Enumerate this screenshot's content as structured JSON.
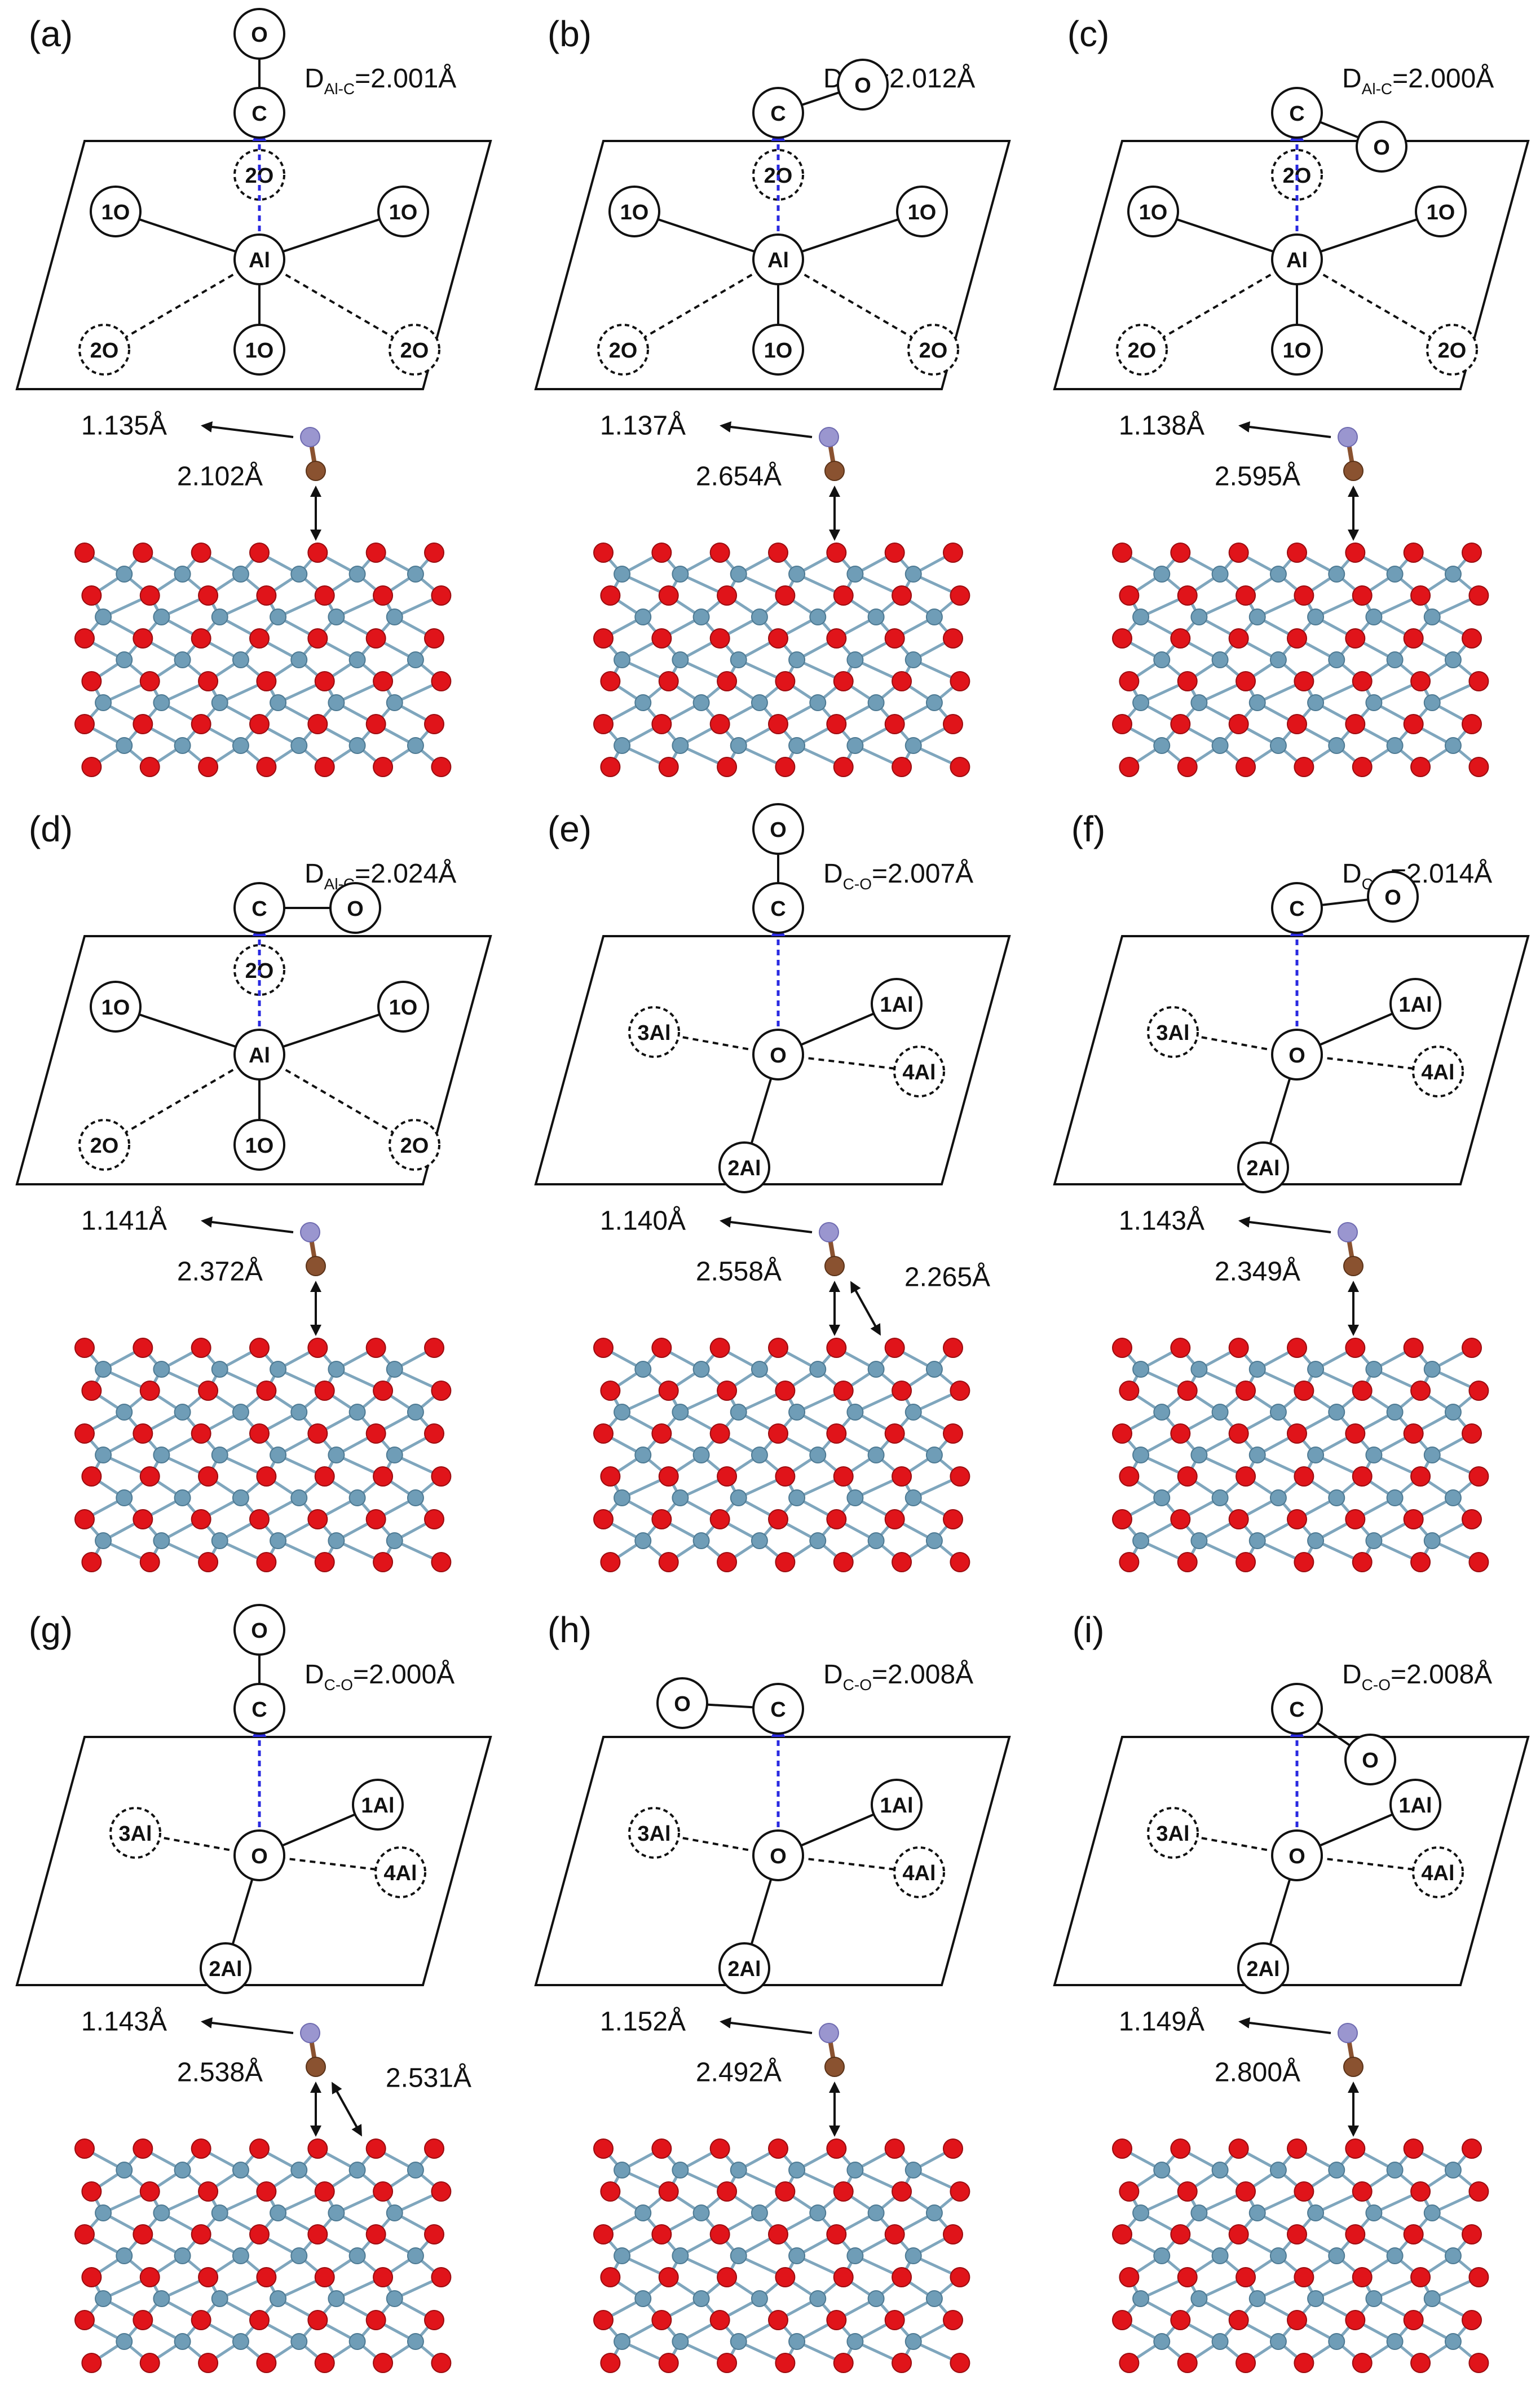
{
  "colors": {
    "oxygen": "#e0141a",
    "aluminum": "#6f9db7",
    "bond": "#7fa6bd",
    "carbon": "#8a5230",
    "nitrogen": "#9a96cf",
    "blue_arrow": "#2a2ae0",
    "black": "#111111"
  },
  "panels": [
    {
      "id": "a",
      "label": "(a)",
      "type": "Al",
      "d_label": "Al-C",
      "d_value": "=2.001Å",
      "bond_top": "1.135Å",
      "bond_surface": "2.102Å",
      "atoms": {
        "molecule_top": "O",
        "molecule_bottom": "C",
        "center": "Al",
        "ring": [
          "1O",
          "1O",
          "1O"
        ],
        "dashed": [
          "2O",
          "2O",
          "2O"
        ]
      }
    },
    {
      "id": "b",
      "label": "(b)",
      "type": "Al",
      "d_label": "Al-C",
      "d_value": "=2.012Å",
      "bond_top": "1.137Å",
      "bond_surface": "2.654Å",
      "atoms": {
        "molecule_top": "O",
        "molecule_bottom": "C",
        "center": "Al",
        "ring": [
          "1O",
          "1O",
          "1O"
        ],
        "dashed": [
          "2O",
          "2O",
          "2O"
        ]
      }
    },
    {
      "id": "c",
      "label": "(c)",
      "type": "Al",
      "d_label": "Al-C",
      "d_value": "=2.000Å",
      "bond_top": "1.138Å",
      "bond_surface": "2.595Å",
      "atoms": {
        "molecule_top": "O",
        "molecule_bottom": "C",
        "center": "Al",
        "ring": [
          "1O",
          "1O",
          "1O"
        ],
        "dashed": [
          "2O",
          "2O",
          "2O"
        ]
      }
    },
    {
      "id": "d",
      "label": "(d)",
      "type": "Al",
      "d_label": "Al-C",
      "d_value": "=2.024Å",
      "bond_top": "1.141Å",
      "bond_surface": "2.372Å",
      "atoms": {
        "molecule_top": "O",
        "molecule_bottom": "C",
        "center": "Al",
        "ring": [
          "1O",
          "1O",
          "1O"
        ],
        "dashed": [
          "2O",
          "2O",
          "2O"
        ]
      }
    },
    {
      "id": "e",
      "label": "(e)",
      "type": "O",
      "d_label": "C-O",
      "d_value": "=2.007Å",
      "bond_top": "1.140Å",
      "bond_surface": "2.558Å",
      "bond_surface2": "2.265Å",
      "atoms": {
        "molecule_top": "O",
        "molecule_bottom": "C",
        "center": "O",
        "al": [
          "1Al",
          "2Al",
          "3Al",
          "4Al"
        ]
      }
    },
    {
      "id": "f",
      "label": "(f)",
      "type": "O",
      "d_label": "C-O",
      "d_value": "=2.014Å",
      "bond_top": "1.143Å",
      "bond_surface": "2.349Å",
      "atoms": {
        "molecule_top": "O",
        "molecule_bottom": "C",
        "center": "O",
        "al": [
          "1Al",
          "2Al",
          "3Al",
          "4Al"
        ]
      }
    },
    {
      "id": "g",
      "label": "(g)",
      "type": "O",
      "d_label": "C-O",
      "d_value": "=2.000Å",
      "bond_top": "1.143Å",
      "bond_surface": "2.538Å",
      "bond_surface2": "2.531Å",
      "atoms": {
        "molecule_top": "O",
        "molecule_bottom": "C",
        "center": "O",
        "al": [
          "1Al",
          "2Al",
          "3Al",
          "4Al"
        ]
      }
    },
    {
      "id": "h",
      "label": "(h)",
      "type": "O",
      "d_label": "C-O",
      "d_value": "=2.008Å",
      "bond_top": "1.152Å",
      "bond_surface": "2.492Å",
      "atoms": {
        "molecule_top": "O",
        "molecule_bottom": "C",
        "center": "O",
        "al": [
          "1Al",
          "2Al",
          "3Al",
          "4Al"
        ]
      }
    },
    {
      "id": "i",
      "label": "(i)",
      "type": "O",
      "d_label": "C-O",
      "d_value": "=2.008Å",
      "bond_top": "1.149Å",
      "bond_surface": "2.800Å",
      "atoms": {
        "molecule_top": "O",
        "molecule_bottom": "C",
        "center": "O",
        "al": [
          "1Al",
          "2Al",
          "3Al",
          "4Al"
        ]
      }
    }
  ]
}
